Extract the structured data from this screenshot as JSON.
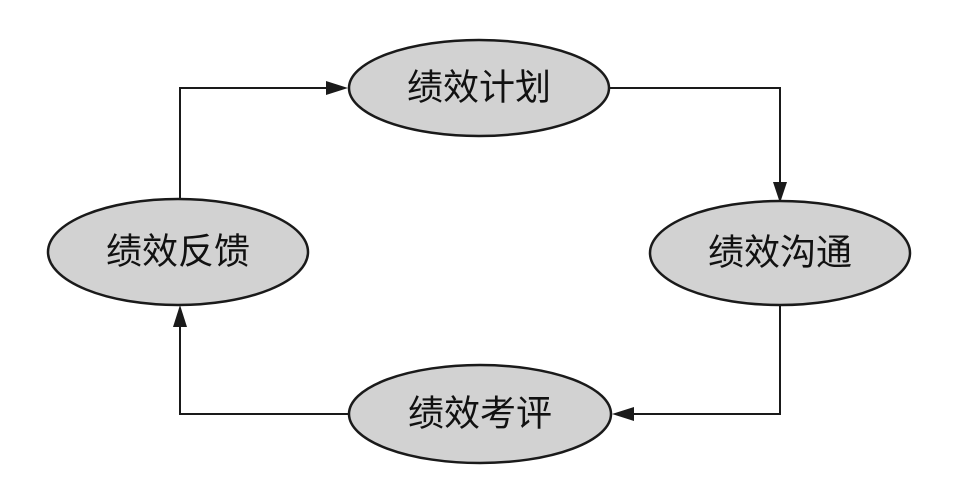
{
  "diagram": {
    "type": "cycle",
    "nodes": [
      {
        "id": "plan",
        "label": "绩效计划"
      },
      {
        "id": "communicate",
        "label": "绩效沟通"
      },
      {
        "id": "evaluate",
        "label": "绩效考评"
      },
      {
        "id": "feedback",
        "label": "绩效反馈"
      }
    ],
    "edges": [
      {
        "from": "plan",
        "to": "communicate"
      },
      {
        "from": "communicate",
        "to": "evaluate"
      },
      {
        "from": "evaluate",
        "to": "feedback"
      },
      {
        "from": "feedback",
        "to": "plan"
      }
    ],
    "colors": {
      "node_fill": "#d2d2d2",
      "stroke": "#1a1a1a",
      "background": "#ffffff"
    }
  }
}
